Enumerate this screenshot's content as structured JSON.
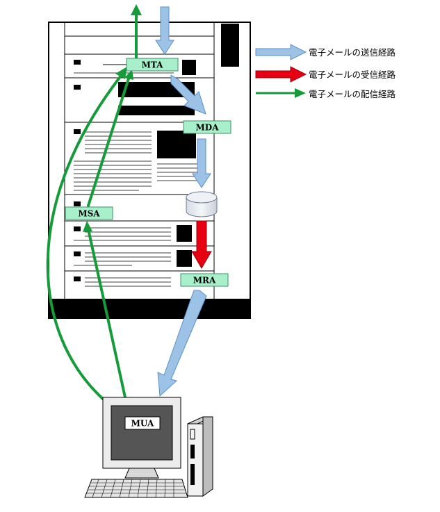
{
  "components": {
    "mta": "MTA",
    "mda": "MDA",
    "msa": "MSA",
    "mra": "MRA",
    "mua": "MUA"
  },
  "legend": [
    {
      "label": "電子メールの送信経路",
      "color": "#9cc3e5",
      "arrow": "blue-arrow-icon"
    },
    {
      "label": "電子メールの受信経路",
      "color": "#e60012",
      "arrow": "red-arrow-icon"
    },
    {
      "label": "電子メールの配信経路",
      "color": "#169b3a",
      "arrow": "green-arrow-icon"
    }
  ],
  "colors": {
    "send_path": "#9cc3e5",
    "receive_path": "#e60012",
    "delivery_path": "#169b3a",
    "component_box": "#a8f0cc"
  }
}
